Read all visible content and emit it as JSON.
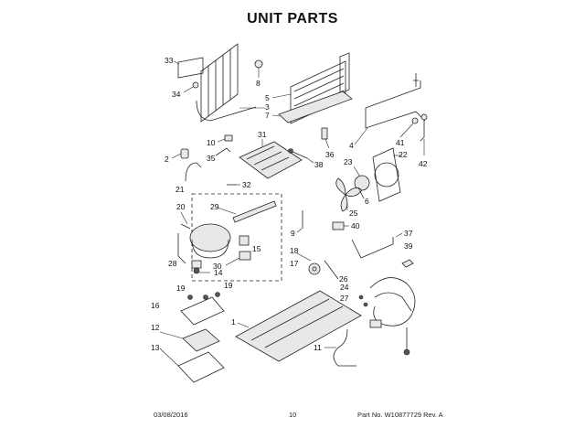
{
  "title": "UNIT PARTS",
  "callouts": {
    "c1": "1",
    "c2": "2",
    "c3": "3",
    "c4": "4",
    "c5": "5",
    "c6": "6",
    "c7": "7",
    "c8": "8",
    "c9": "9",
    "c10": "10",
    "c11": "11",
    "c12": "12",
    "c13": "13",
    "c14": "14",
    "c15": "15",
    "c16": "16",
    "c17": "17",
    "c18": "18",
    "c19a": "19",
    "c19b": "19",
    "c20": "20",
    "c21": "21",
    "c22": "22",
    "c23": "23",
    "c24": "24",
    "c25": "25",
    "c26": "26",
    "c27": "27",
    "c28": "28",
    "c29": "29",
    "c30": "30",
    "c31": "31",
    "c32": "32",
    "c33": "33",
    "c34": "34",
    "c35": "35",
    "c36": "36",
    "c37": "37",
    "c38": "38",
    "c39": "39",
    "c40": "40",
    "c41": "41",
    "c42": "42"
  },
  "footer": {
    "date": "03/08/2016",
    "page": "10",
    "part_no": "Part No.  W10877729   Rev.  A"
  }
}
